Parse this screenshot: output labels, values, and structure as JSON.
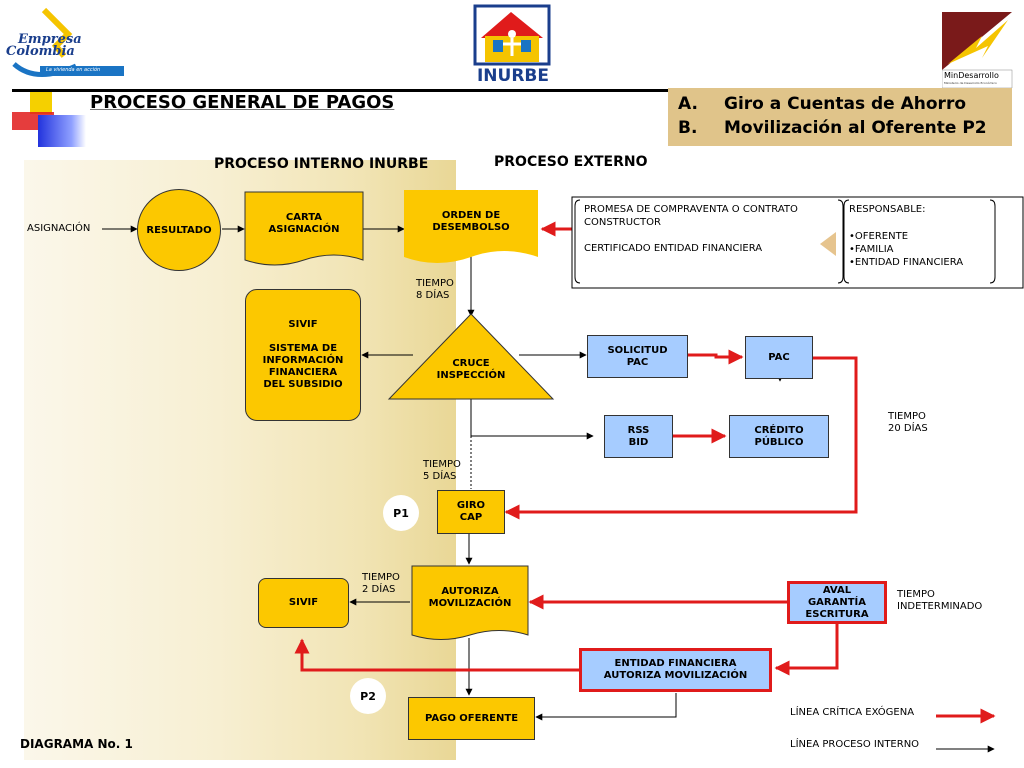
{
  "logos": {
    "empresa_line1": "Empresa",
    "empresa_line2": "Colombia",
    "empresa_tagline": "La vivienda en acción",
    "inurbe": "INURBE",
    "mindesarrollo": "MinDesarrollo",
    "mindesarrollo_sub": "Ministerio de Desarrollo Económico"
  },
  "title": "PROCESO GENERAL DE PAGOS",
  "legend_top": [
    {
      "key": "A.",
      "text": "Giro a Cuentas de Ahorro"
    },
    {
      "key": "B.",
      "text": "Movilización al Oferente P2"
    }
  ],
  "headers": {
    "internal": "PROCESO INTERNO INURBE",
    "external": "PROCESO EXTERNO"
  },
  "labels": {
    "asignacion": "ASIGNACIÓN",
    "tiempo_8": "TIEMPO\n8 DÍAS",
    "tiempo_5": "TIEMPO\n5 DÍAS",
    "tiempo_2": "TIEMPO\n2 DÍAS",
    "tiempo_20": "TIEMPO\n20 DÍAS",
    "tiempo_indet": "TIEMPO\nINDETERMINADO",
    "diagram": "DIAGRAMA No. 1"
  },
  "nodes": {
    "resultado": "RESULTADO",
    "carta": "CARTA\nASIGNACIÓN",
    "orden": "ORDEN DE\nDESEMBOLSO",
    "sivif_big": "SIVIF\n\nSISTEMA DE\nINFORMACIÓN\nFINANCIERA\nDEL SUBSIDIO",
    "cruce": "CRUCE\nINSPECCIÓN",
    "solicitud": "SOLICITUD\nPAC",
    "pac": "PAC",
    "rss": "RSS\nBID",
    "credito": "CRÉDITO\nPÚBLICO",
    "giro": "GIRO\nCAP",
    "autoriza": "AUTORIZA\nMOVILIZACIÓN",
    "sivif_small": "SIVIF",
    "aval": "AVAL\nGARANTÍA\nESCRITURA",
    "entidad": "ENTIDAD FINANCIERA\nAUTORIZA MOVILIZACIÓN",
    "pago": "PAGO OFERENTE",
    "p1": "P1",
    "p2": "P2"
  },
  "doc_box": {
    "left_line1": "PROMESA DE COMPRAVENTA O CONTRATO",
    "left_line2": "CONSTRUCTOR",
    "left_line3": "CERTIFICADO ENTIDAD FINANCIERA",
    "resp_title": "RESPONSABLE:",
    "resp_items": [
      "•OFERENTE",
      "•FAMILIA",
      "•ENTIDAD FINANCIERA"
    ]
  },
  "legend_bottom": {
    "critical": "LÍNEA CRÍTICA EXÓGENA",
    "internal": "LÍNEA PROCESO INTERNO"
  },
  "colors": {
    "node_yellow": "#fcc800",
    "node_blue": "#a6ccff",
    "critical_red": "#e01b1b",
    "title_box": "#e0c48a"
  }
}
